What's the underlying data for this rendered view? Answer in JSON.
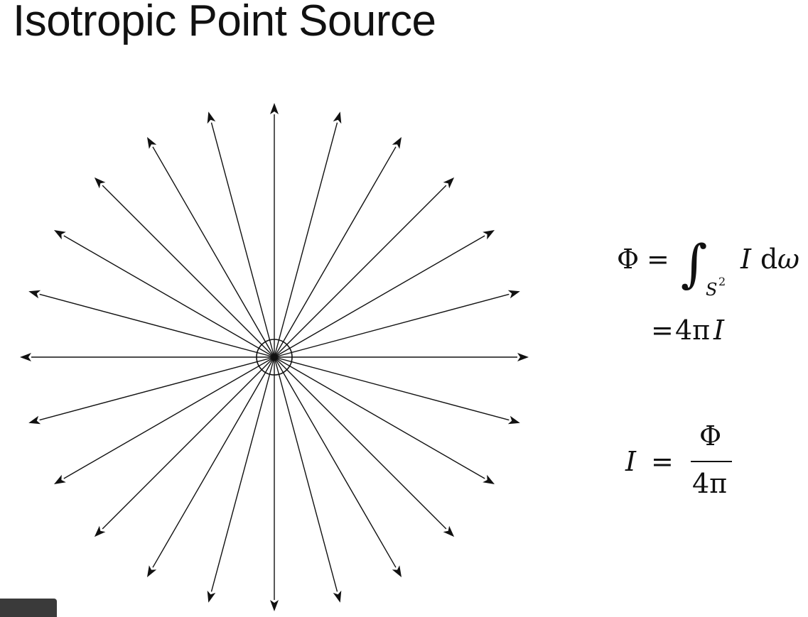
{
  "slide": {
    "title": "Isotropic Point Source"
  },
  "diagram": {
    "source_center": "point-source",
    "ray_count": 24
  },
  "equations": {
    "flux_lhs": "Φ",
    "equals": "=",
    "integral": "∫",
    "integral_domain_base": "S",
    "integral_domain_exp": "2",
    "integrand": "I",
    "differential": "d",
    "solid_angle": "ω",
    "flux_result": "4π",
    "flux_result_var": "I",
    "intensity_lhs": "I",
    "fraction_num": "Φ",
    "fraction_den": "4π"
  },
  "colors": {
    "ink": "#111111",
    "background": "#ffffff"
  }
}
